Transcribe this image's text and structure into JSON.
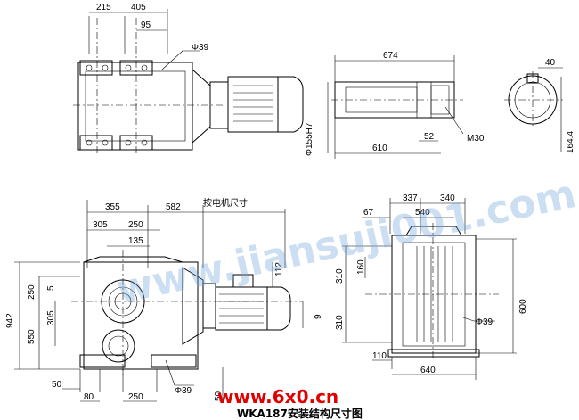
{
  "title": "WKA187安装结构尺寸图",
  "motor_note": "按电机尺寸",
  "logo": "www.6x0.cn",
  "watermark": "www.jiansuji001.com",
  "dims": {
    "d215": "215",
    "d405": "405",
    "d95": "95",
    "d39a": "Φ39",
    "d674": "674",
    "d40": "40",
    "d155": "Φ155H7",
    "d610": "610",
    "d52": "52",
    "dM30": "M30",
    "d164": "164.4",
    "d355": "355",
    "d582": "582",
    "d305a": "305",
    "d250a": "250",
    "d135": "135",
    "d337": "337",
    "d340": "340",
    "d67": "67",
    "d540": "540",
    "d942": "942",
    "d250b": "250",
    "d5": "5",
    "d305b": "305",
    "d550": "550",
    "d112": "112",
    "d9": "9",
    "d310a": "310",
    "d160": "160",
    "d310b": "310",
    "d600": "600",
    "d39b": "Φ39",
    "d110": "110",
    "d640": "640",
    "d50a": "50",
    "d80": "80",
    "d250c": "250",
    "d39c": "Φ39",
    "d50b": "50"
  }
}
